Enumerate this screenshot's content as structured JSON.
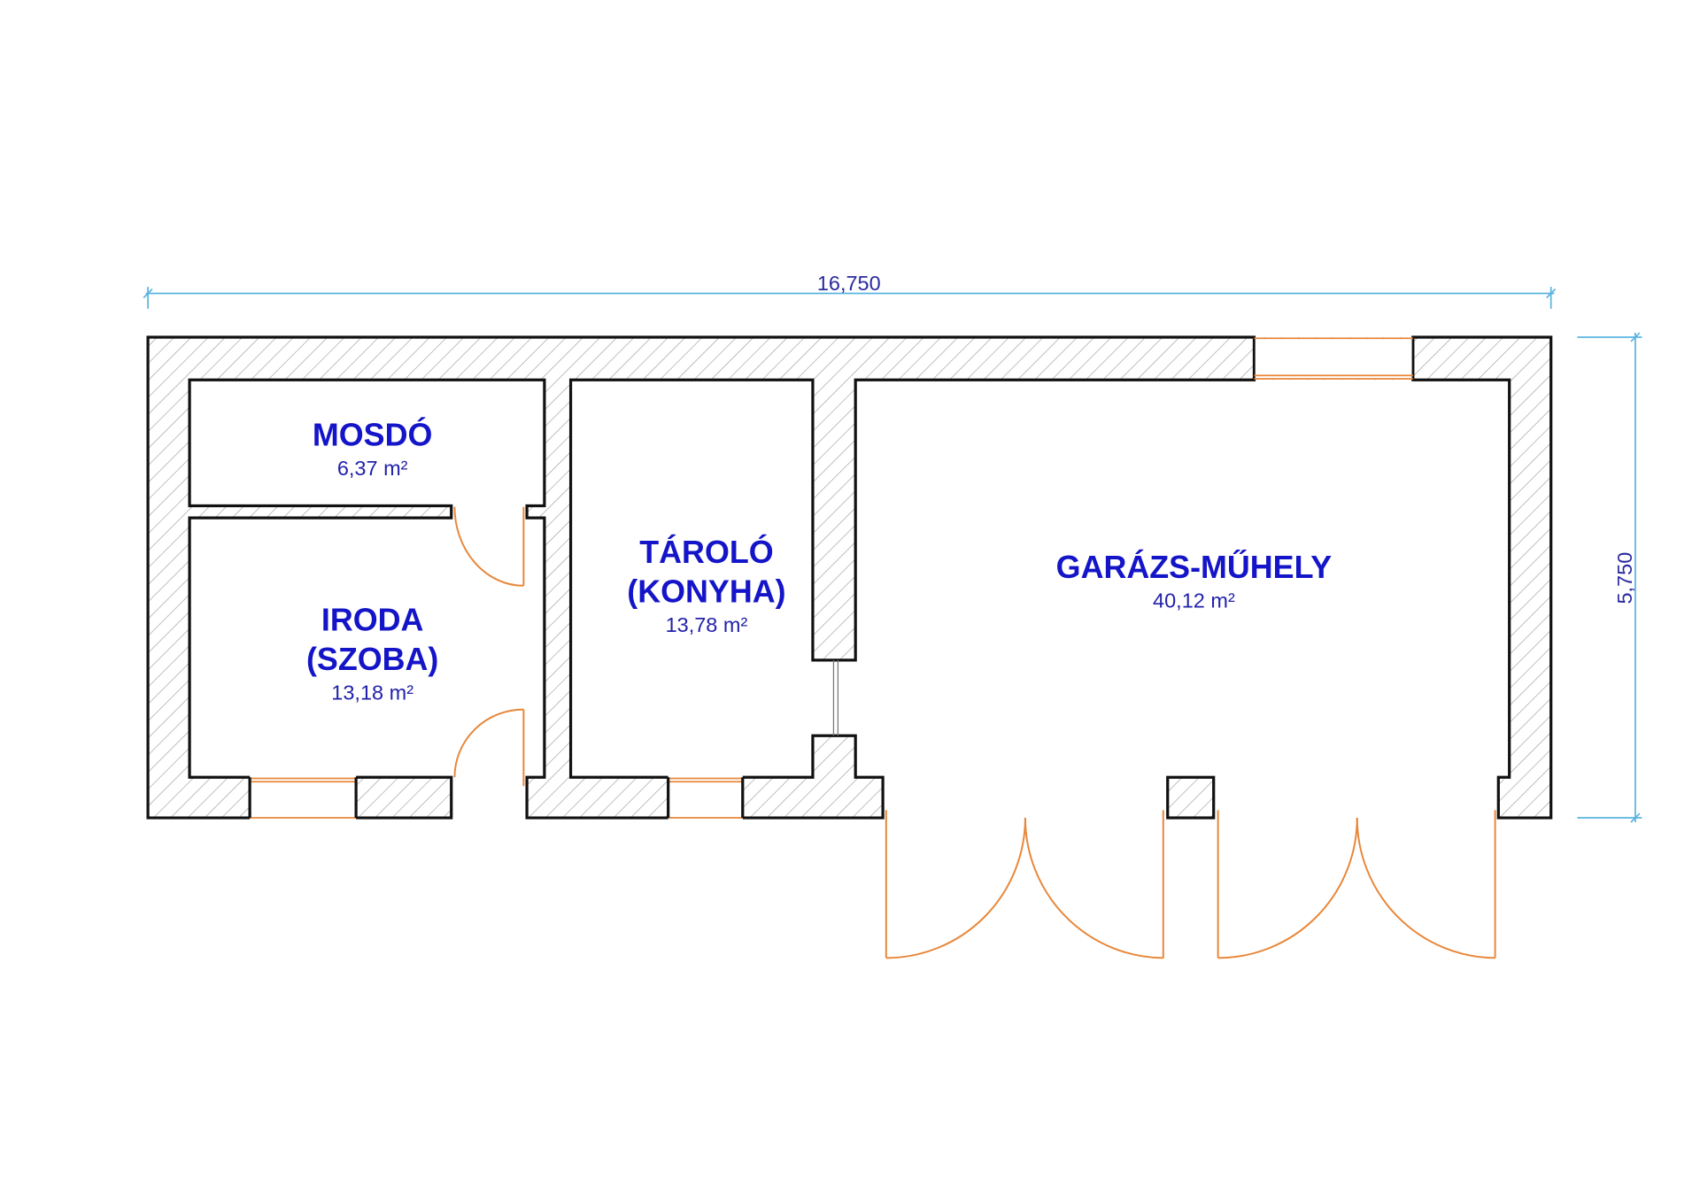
{
  "dimensions": {
    "width": "16,750",
    "height": "5,750"
  },
  "rooms": [
    {
      "name": "MOSDÓ",
      "name2": "",
      "area": "6,37 m²"
    },
    {
      "name": "IRODA",
      "name2": "(SZOBA)",
      "area": "13,18 m²"
    },
    {
      "name": "TÁROLÓ",
      "name2": "(KONYHA)",
      "area": "13,78 m²"
    },
    {
      "name": "GARÁZS-MŰHELY",
      "name2": "",
      "area": "40,12 m²"
    }
  ],
  "colors": {
    "label": "#1414c8",
    "door": "#e8873a",
    "dimension": "#5ab4e0",
    "wall": "#111111"
  }
}
